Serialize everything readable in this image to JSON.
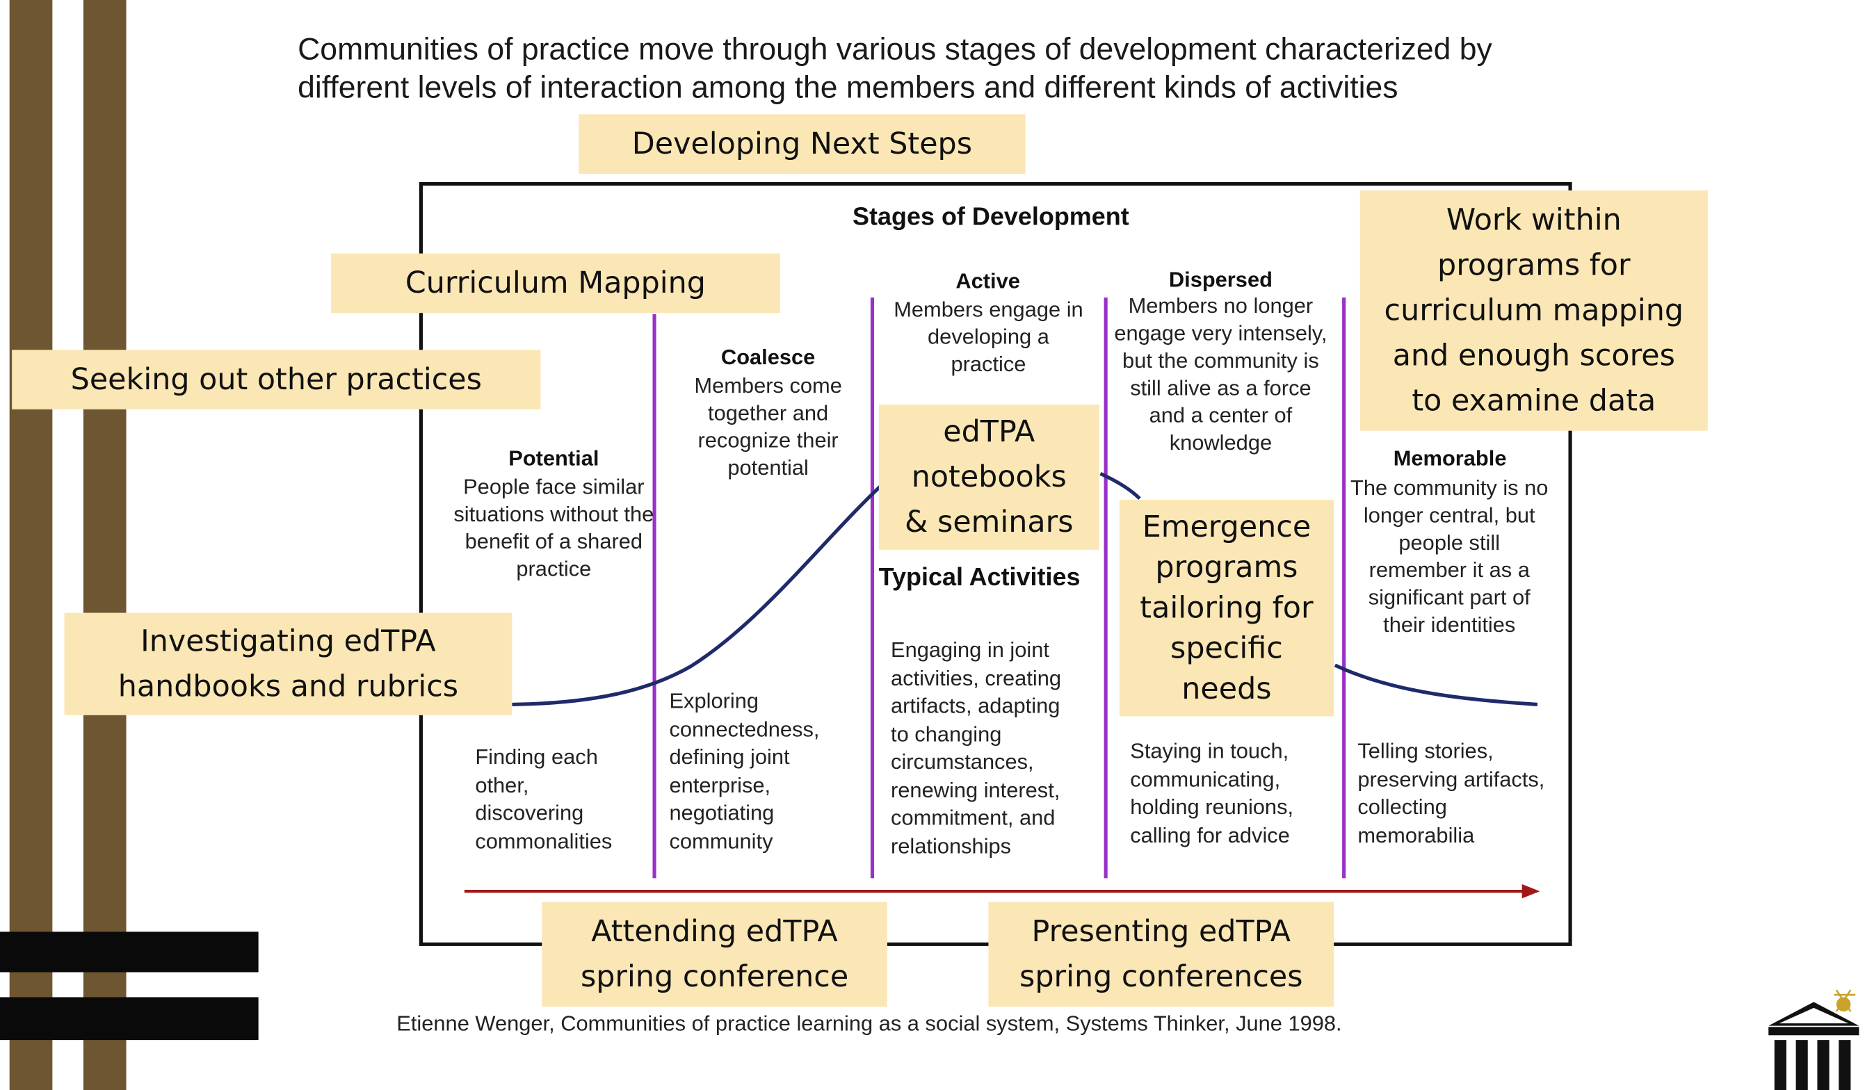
{
  "header": {
    "line1": "Communities of practice move through various stages of development characterized by",
    "line2": "different levels of interaction among the members and different kinds of activities"
  },
  "diagram": {
    "title": "Stages of Development",
    "typical_activities_label": "Typical Activities",
    "stages": [
      {
        "name": "Potential",
        "description": "People face similar situations without the benefit of a shared practice",
        "activities": "Finding each\nother,\ndiscovering\ncommonalities"
      },
      {
        "name": "Coalesce",
        "description": "Members come together and recognize their potential",
        "activities": "Exploring\nconnectedness,\ndefining joint\nenterprise,\nnegotiating\ncommunity"
      },
      {
        "name": "Active",
        "description": "Members engage in developing a practice",
        "activities": "Engaging in joint\nactivities, creating\nartifacts, adapting\nto changing\ncircumstances,\nrenewing interest,\ncommitment, and\nrelationships"
      },
      {
        "name": "Dispersed",
        "description": "Members no longer engage very intensely, but the community is still alive as a force and a center of knowledge",
        "activities": "Staying in touch,\ncommunicating,\nholding reunions,\ncalling for advice"
      },
      {
        "name": "Memorable",
        "description": "The community is no longer central, but people still remember it as a significant part of their identities",
        "activities": "Telling stories,\npreserving artifacts,\ncollecting\nmemorabilia"
      }
    ],
    "colors": {
      "divider": "#9b30c8",
      "curve": "#1f2a6b",
      "arrow": "#a01818",
      "callout_bg": "#fbe7b5",
      "stripe": "#6e5632"
    }
  },
  "callouts": {
    "developing_next_steps": "Developing Next Steps",
    "curriculum_mapping": "Curriculum Mapping",
    "seeking_practices": "Seeking out other practices",
    "investigating": "Investigating edTPA\nhandbooks and rubrics",
    "notebooks": "edTPA\nnotebooks\n& seminars",
    "emergence": "Emergence\nprograms\ntailoring for\nspecific\nneeds",
    "work_within": "Work within\nprograms for\ncurriculum mapping\nand enough scores\nto examine data",
    "attending": "Attending edTPA\nspring conference",
    "presenting": "Presenting edTPA\nspring conferences"
  },
  "citation": "Etienne Wenger, Communities of practice learning as a social system, Systems Thinker, June 1998.",
  "logo": {
    "icon": "columned-building-logo-icon"
  }
}
